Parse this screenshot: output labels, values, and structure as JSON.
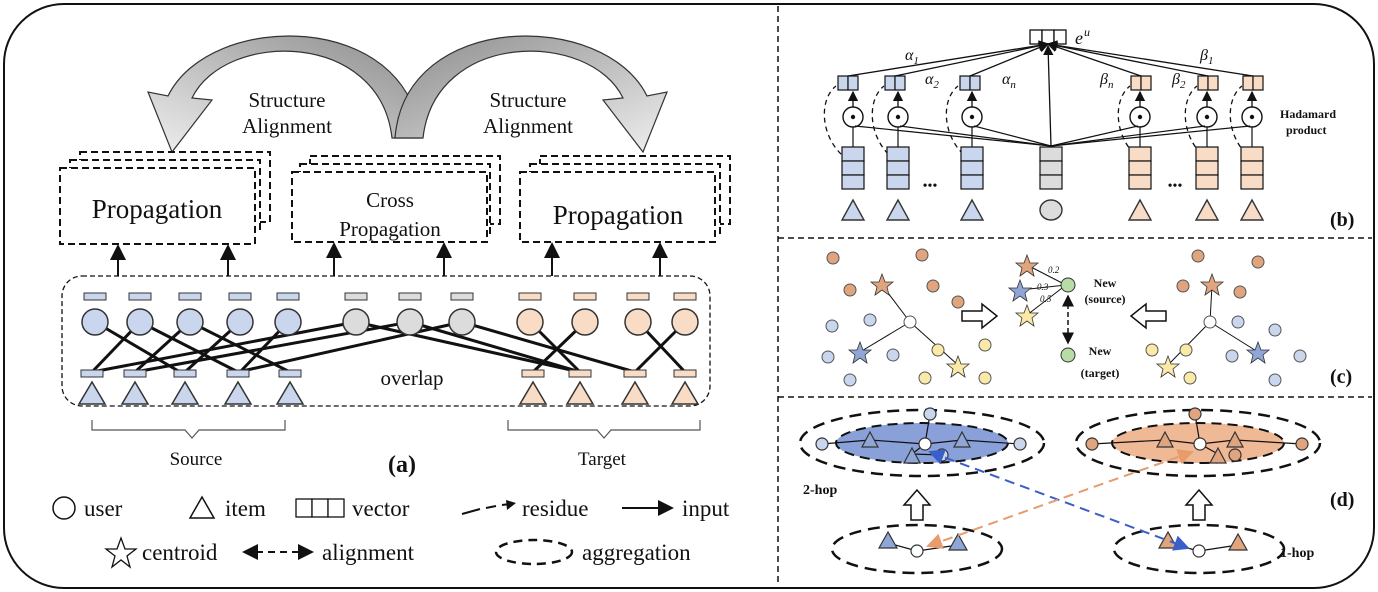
{
  "panel_a": {
    "arrow_left_label": [
      "Structure",
      "Alignment"
    ],
    "arrow_right_label": [
      "Structure",
      "Alignment"
    ],
    "box_left": "Propagation",
    "box_mid": [
      "Cross",
      "Propagation"
    ],
    "box_right": "Propagation",
    "overlap_label": "overlap",
    "source_label": "Source",
    "target_label": "Target",
    "caption": "(a)"
  },
  "legend": {
    "user": "user",
    "item": "item",
    "vector": "vector",
    "residue": "residue",
    "input": "input",
    "centroid": "centroid",
    "alignment": "alignment",
    "aggregation": "aggregation"
  },
  "panel_b": {
    "eu": "e",
    "eu_sup": "u",
    "alpha": "α",
    "beta": "β",
    "sub_1": "1",
    "sub_2": "2",
    "sub_n": "n",
    "dots": "•••",
    "hadamard": [
      "Hadamard",
      "product"
    ],
    "caption": "(b)"
  },
  "panel_c": {
    "new_source": [
      "New",
      "(source)"
    ],
    "new_target": [
      "New",
      "(target)"
    ],
    "w1": "0.2",
    "w2": "0.3",
    "w3": "0.5",
    "caption": "(c)"
  },
  "panel_d": {
    "two_hop": "2-hop",
    "one_hop": "1-hop",
    "caption": "(d)"
  },
  "colors": {
    "blue": "#c9d6ee",
    "orange": "#f8dcc6",
    "grey": "#dcdcdc",
    "dark_blue": "#8fa6d6",
    "dark_orange": "#e0a47e",
    "yellow": "#fbe9a8",
    "blue_ellipse": "#8aa0d8",
    "orange_ellipse": "#f0b996"
  }
}
